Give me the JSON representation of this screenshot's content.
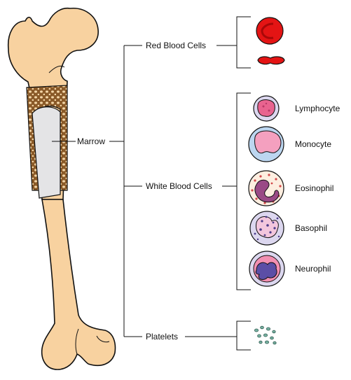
{
  "colors": {
    "bone": "#f8d2a0",
    "marrow": "#e4e4e6",
    "spongy": "#8a5a28",
    "red_cell": "#e41414",
    "red_cell_dark": "#a80808",
    "lymphocyte_fill": "#dcd7ef",
    "lymphocyte_nucleus": "#e8638f",
    "monocyte_fill": "#bcd6f0",
    "monocyte_nucleus": "#f4a0bf",
    "eosinophil_fill": "#fdeee0",
    "eosinophil_nucleus": "#9a4a86",
    "basophil_fill": "#dcd7ef",
    "basophil_nucleus": "#f3c6dd",
    "neutrophil_fill": "#dcd7ef",
    "neutrophil_cyto": "#f28fb2",
    "neutrophil_nucleus": "#5b4ea6",
    "platelet": "#78b3a3"
  },
  "labels": {
    "marrow": "Marrow",
    "red_blood_cells": "Red Blood Cells",
    "white_blood_cells": "White Blood Cells",
    "platelets": "Platelets"
  },
  "white_cells": [
    {
      "id": "lymphocyte",
      "name": "Lymphocyte"
    },
    {
      "id": "monocyte",
      "name": "Monocyte"
    },
    {
      "id": "eosinophil",
      "name": "Eosinophil"
    },
    {
      "id": "basophil",
      "name": "Basophil"
    },
    {
      "id": "neurophil",
      "name": "Neurophil"
    }
  ]
}
